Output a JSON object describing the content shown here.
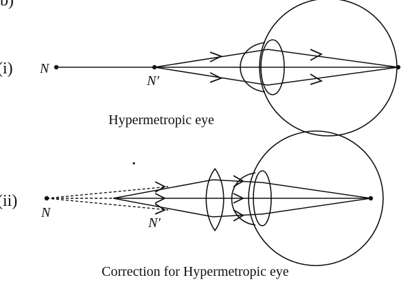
{
  "header": {
    "label": "(b)"
  },
  "part_i": {
    "label": "(i)",
    "point_n": "N",
    "point_n_prime": "N′",
    "caption": "Hypermetropic eye"
  },
  "part_ii": {
    "label": "(ii)",
    "point_n": "N",
    "point_n_prime": "N′",
    "caption": "Correction for Hypermetropic eye"
  },
  "colors": {
    "line": "#111111",
    "background": "#ffffff"
  }
}
